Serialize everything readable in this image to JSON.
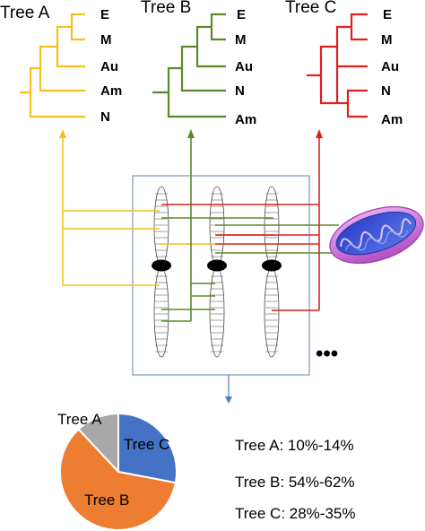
{
  "trees": [
    {
      "title": "Tree A",
      "color": "#f2c11c",
      "leaves": [
        "E",
        "M",
        "Au",
        "Am",
        "N"
      ]
    },
    {
      "title": "Tree B",
      "color": "#5a8a2c",
      "leaves": [
        "E",
        "M",
        "Au",
        "N",
        "Am"
      ]
    },
    {
      "title": "Tree C",
      "color": "#e0201c",
      "leaves": [
        "E",
        "M",
        "Au",
        "N",
        "Am"
      ]
    }
  ],
  "ellipsis": "•••",
  "percentages": [
    "Tree A: 10%-14%",
    "Tree B: 54%-62%",
    "Tree C: 28%-35%"
  ],
  "chart_data": {
    "type": "pie",
    "slices": [
      {
        "label": "Tree A",
        "value": 12,
        "color": "#a8a8a8"
      },
      {
        "label": "Tree C",
        "value": 28,
        "color": "#4472c4"
      },
      {
        "label": "Tree B",
        "value": 60,
        "color": "#ed7d31"
      }
    ]
  },
  "colors": {
    "mito_outer": "#c95fd6",
    "mito_inner": "#3a4fd0",
    "box_border": "#7f97b7",
    "down_arrow": "#4a7ec0"
  }
}
